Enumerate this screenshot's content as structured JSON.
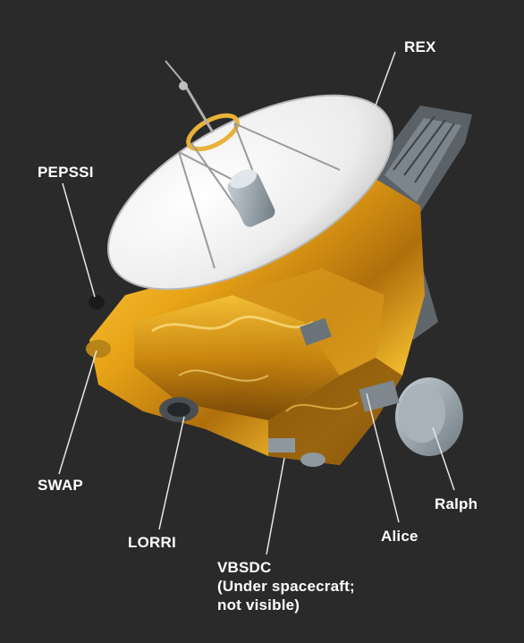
{
  "labels": {
    "rex": "REX",
    "pepssi": "PEPSSI",
    "swap": "SWAP",
    "lorri": "LORRI",
    "alice": "Alice",
    "ralph": "Ralph",
    "vbsdc": {
      "line1": "VBSDC",
      "line2": "(Under spacecraft;",
      "line3": "not visible)"
    }
  },
  "colors": {
    "background": "#2b2a2a",
    "label_text": "#ffffff",
    "leader_line": "#e6e6e6",
    "dish": "#f4f4f4",
    "gold_foil": "#e8a417",
    "instrument_grey": "#9aa6ad"
  }
}
